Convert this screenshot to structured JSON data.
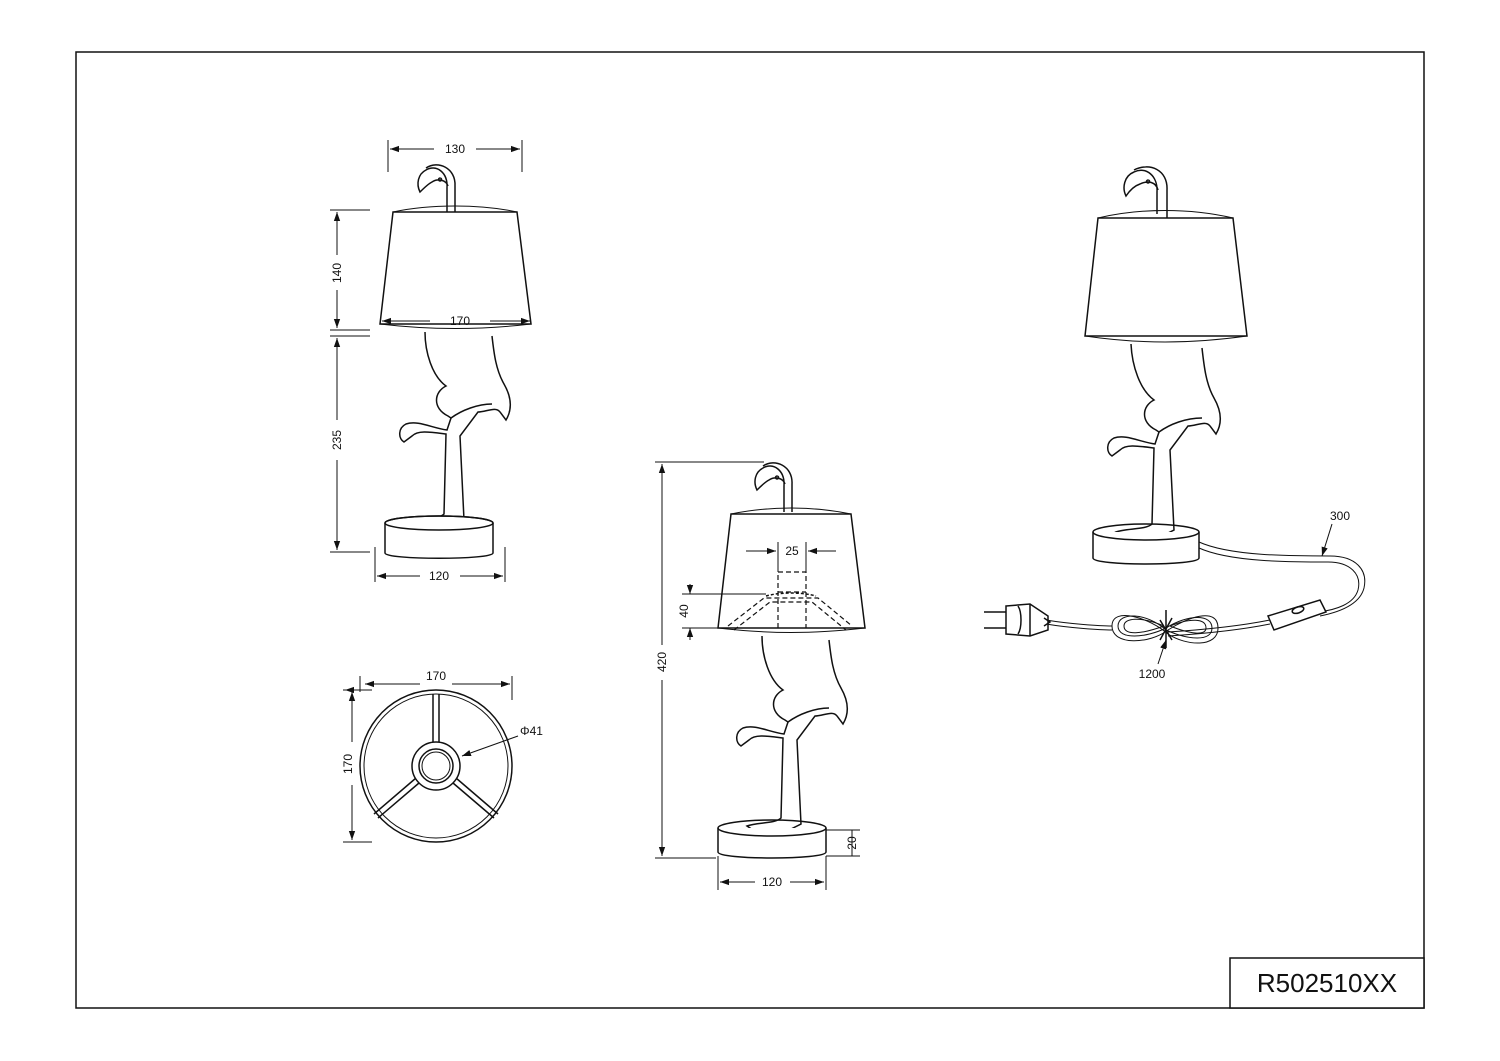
{
  "title_block": {
    "model_number": "R502510XX"
  },
  "views": {
    "front": {
      "dims": {
        "top_width": "130",
        "shade_height": "140",
        "shade_width": "170",
        "body_height": "235",
        "base_width": "120"
      }
    },
    "shade_top": {
      "dims": {
        "width": "170",
        "height": "170",
        "hole_diameter": "Φ41"
      }
    },
    "section": {
      "dims": {
        "fitting_width": "25",
        "fitting_height": "40",
        "total_height": "420",
        "base_height": "20",
        "base_width": "120"
      }
    },
    "perspective": {
      "dims": {
        "cable_to_switch": "300",
        "cable_total": "1200"
      }
    }
  },
  "icons": [
    "flamingo-lamp-front",
    "lamp-shade-top-view",
    "flamingo-lamp-section",
    "flamingo-lamp-perspective",
    "euro-plug-icon",
    "inline-switch-icon",
    "cable-tie-icon"
  ]
}
